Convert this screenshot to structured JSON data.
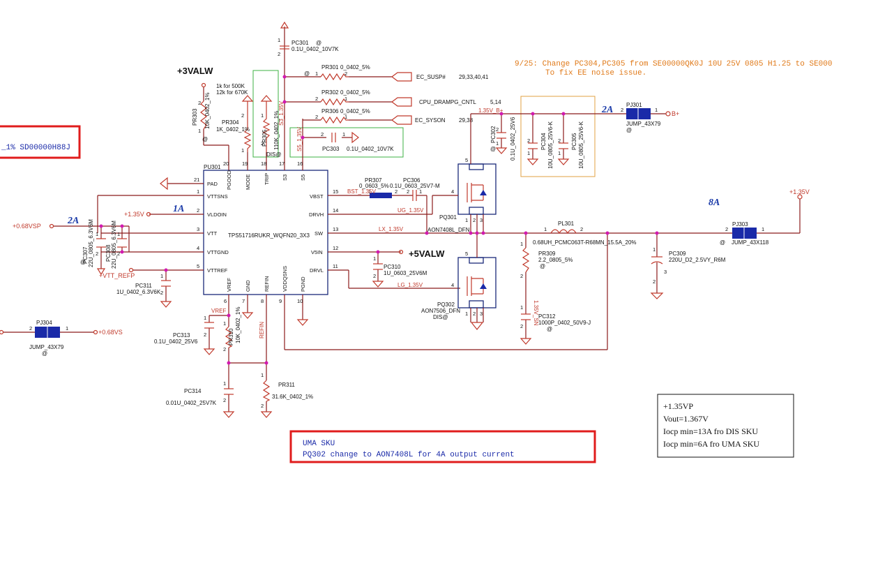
{
  "ic": {
    "ref": "PU301",
    "part": "TPS51716RUKR_WQFN20_3X3",
    "left_pins": [
      {
        "num": "21",
        "name": "PAD"
      },
      {
        "num": "1",
        "name": "VTTSNS"
      },
      {
        "num": "2",
        "name": "VLDOIN"
      },
      {
        "num": "3",
        "name": "VTT"
      },
      {
        "num": "4",
        "name": "VTTGND"
      },
      {
        "num": "5",
        "name": "VTTREF"
      }
    ],
    "right_pins": [
      {
        "num": "15",
        "name": "VBST"
      },
      {
        "num": "14",
        "name": "DRVH"
      },
      {
        "num": "13",
        "name": "SW"
      },
      {
        "num": "12",
        "name": "V5IN"
      },
      {
        "num": "11",
        "name": "DRVL"
      }
    ],
    "top_pins": [
      {
        "num": "20",
        "name": "PGOOD"
      },
      {
        "num": "19",
        "name": "MODE"
      },
      {
        "num": "18",
        "name": "TRIP"
      },
      {
        "num": "17",
        "name": "S3"
      },
      {
        "num": "16",
        "name": "S5"
      }
    ],
    "bottom_pins": [
      {
        "num": "6",
        "name": "VREF"
      },
      {
        "num": "7",
        "name": "GND"
      },
      {
        "num": "8",
        "name": "REFIN"
      },
      {
        "num": "9",
        "name": "VDDQSNS"
      },
      {
        "num": "10",
        "name": "PGND"
      }
    ]
  },
  "rails": {
    "v3valw": "+3VALW",
    "v5valw": "+5VALW",
    "v135_in": "+1.35V",
    "v068vsp": "+0.68VSP",
    "v068vs": "+0.68VS",
    "vtt_refp": "+VTT_REFP",
    "v135_out": "+1.35V",
    "bplus": "B+"
  },
  "currents": {
    "c1a": "1A",
    "c2a_left": "2A",
    "c2a_top": "2A",
    "c8a": "8A"
  },
  "components": {
    "pc301": {
      "ref": "PC301",
      "value": "0.1U_0402_10V7K",
      "pins": [
        "1",
        "2"
      ],
      "mark": "@"
    },
    "pr301": {
      "ref": "PR301",
      "value": "0_0402_5%",
      "pins": [
        "1",
        "2"
      ],
      "mark": "@"
    },
    "pr302": {
      "ref": "PR302",
      "value": "0_0402_5%",
      "pins": [
        "2",
        "1"
      ]
    },
    "pr306": {
      "ref": "PR306",
      "value": "0_0402_5%",
      "pins": [
        "2",
        "1"
      ]
    },
    "pc303": {
      "ref": "PC303",
      "value": "0.1U_0402_10V7K",
      "pins": [
        "2",
        "1"
      ]
    },
    "pr303": {
      "ref": "PR303",
      "value": "10K_0402_1%",
      "pins": [
        "2",
        "1"
      ],
      "mark": "@"
    },
    "pr304": {
      "ref": "PR304",
      "value": "1K_0402_1%",
      "pins": [
        "2",
        "1"
      ]
    },
    "pr305": {
      "ref": "PR305",
      "value": "110K_0402_1%",
      "pins": [
        "1",
        "2"
      ],
      "extra": "DIS@"
    },
    "trip_note1": "1k for 500K",
    "trip_note2": "12k for 670K",
    "pr307": {
      "ref": "PR307",
      "value": "0_0603_5%",
      "pins": [
        "1",
        "2"
      ]
    },
    "pc306": {
      "ref": "PC306",
      "value": "0.1U_0603_25V7-M",
      "pins": [
        "2",
        "1"
      ]
    },
    "pq301": {
      "ref": "PQ301",
      "value": "AON7408L_DFN",
      "pins": [
        "5",
        "4",
        "1",
        "2",
        "3"
      ]
    },
    "pq302": {
      "ref": "PQ302",
      "value": "AON7506_DFN",
      "extra": "DIS@",
      "pins": [
        "5",
        "4",
        "1",
        "2",
        "3"
      ]
    },
    "pc302": {
      "ref": "PC302",
      "value": "0.1U_0402_25V6",
      "pins": [
        "2",
        "1"
      ],
      "mark": "@"
    },
    "pc304": {
      "ref": "PC304",
      "value": "10U_0805_25V6-K",
      "pins": [
        "2",
        "1"
      ]
    },
    "pc305": {
      "ref": "PC305",
      "value": "10U_0805_25V6-K",
      "pins": [
        "2",
        "1"
      ]
    },
    "pj301": {
      "ref": "PJ301",
      "value": "JUMP_43X79",
      "pins": [
        "2",
        "1"
      ],
      "mark": "@"
    },
    "pl301": {
      "ref": "PL301",
      "value": "0.68UH_PCMC063T-R68MN_15.5A_20%",
      "pins": [
        "1",
        "2"
      ]
    },
    "pr309": {
      "ref": "PR309",
      "value": "2.2_0805_5%",
      "pins": [
        "1",
        "2"
      ],
      "mark": "@"
    },
    "pc312": {
      "ref": "PC312",
      "value": "1000P_0402_50V9-J",
      "pins": [
        "1",
        "2"
      ],
      "mark": "@"
    },
    "pc309": {
      "ref": "PC309",
      "value": "220U_D2_2.5VY_R6M",
      "pins": [
        "1",
        "2",
        "3"
      ]
    },
    "pj303": {
      "ref": "PJ303",
      "value": "JUMP_43X118",
      "pins": [
        "2",
        "1"
      ],
      "mark": "@"
    },
    "pc310": {
      "ref": "PC310",
      "value": "1U_0603_25V6M",
      "pins": [
        "1",
        "2"
      ]
    },
    "pc307": {
      "ref": "PC307",
      "value": "22U_0805_6.3V6M",
      "pins": [
        "1",
        "2"
      ],
      "mark": "@"
    },
    "pc308": {
      "ref": "PC308",
      "value": "22U_0805_6.3V6M",
      "pins": [
        "1",
        "2"
      ]
    },
    "pc311": {
      "ref": "PC311",
      "value": "1U_0402_6.3V6K",
      "pins": [
        "1",
        "2"
      ]
    },
    "pc313": {
      "ref": "PC313",
      "value": "0.1U_0402_25V6",
      "pins": [
        "1",
        "2"
      ]
    },
    "pr310": {
      "ref": "PR310",
      "value": "10K_0402_1%",
      "pins": [
        "1",
        "2"
      ]
    },
    "pc314": {
      "ref": "PC314",
      "value": "0.01U_0402_25V7K",
      "pins": [
        "1",
        "2"
      ]
    },
    "pr311": {
      "ref": "PR311",
      "value": "31.6K_0402_1%",
      "pins": [
        "1",
        "2"
      ]
    },
    "pj304": {
      "ref": "PJ304",
      "value": "JUMP_43X79",
      "pins": [
        "2",
        "1"
      ],
      "mark": "@"
    }
  },
  "nets": {
    "ec_susp": "EC_SUSP#",
    "ec_susp_pages": "29,33,40,41",
    "cpu_drampg": "CPU_DRAMPG_CNTL",
    "cpu_drampg_pages": "5,14",
    "ec_syson": "EC_SYSON",
    "ec_syson_pages": "29,38",
    "bst": "BST_1.35V",
    "ug": "UG_1.35V",
    "lx": "LX_1.35V",
    "lg": "LG_1.35V",
    "sn": "1.35V_SN",
    "vref": "VREF",
    "refin": "REFIN",
    "s3": "S3_1.35V",
    "s5": "S5_1.35V",
    "b135": "1.35V_B+"
  },
  "notes": {
    "orange_line1": "9/25: Change PC304,PC305 from SE00000QK0J 10U 25V 0805 H1.25 to SE000",
    "orange_line2": "To fix EE noise issue.",
    "left_red_box": "_1% SD00000H88J",
    "uma_line1": "UMA SKU",
    "uma_line2": "PQ302 change to AON7408L for 4A output current",
    "spec_line1": "+1.35VP",
    "spec_line2": "Vout=1.367V",
    "spec_line3": "Iocp min=13A fro DIS SKU",
    "spec_line4": "Iocp min=6A fro UMA SKU"
  },
  "colors": {
    "wire": "#8b1a1a",
    "net": "#c0392b",
    "text": "#1a2a7a",
    "junction": "#d11ab0",
    "note_orange": "#e07a1a",
    "box_red": "#e01c1c",
    "box_green": "#3cb043",
    "box_orange": "#e0a040"
  }
}
